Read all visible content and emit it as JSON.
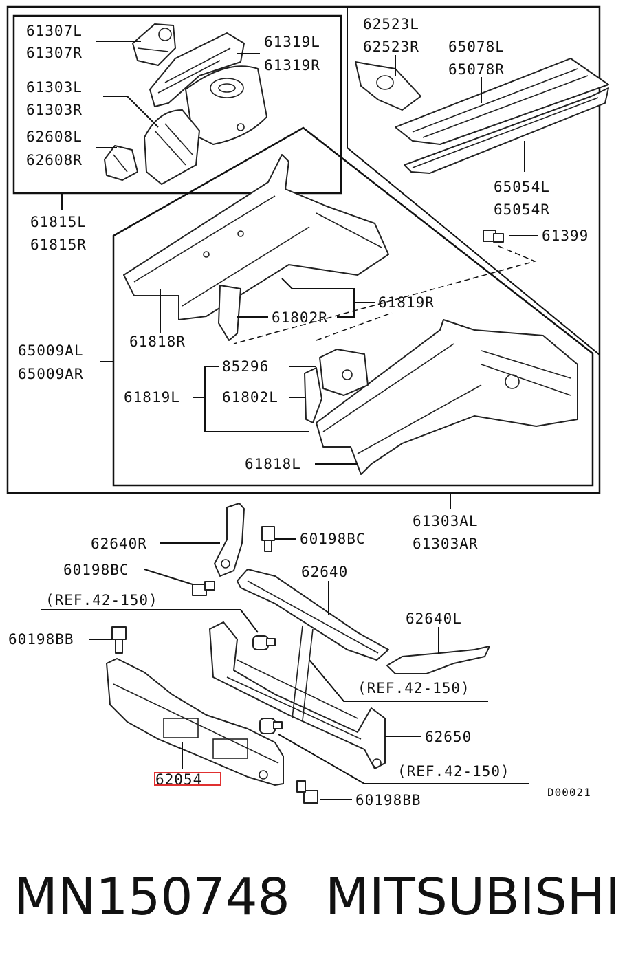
{
  "callouts": {
    "p61307L": "61307L",
    "p61307R": "61307R",
    "p61319L": "61319L",
    "p61319R": "61319R",
    "p61303L": "61303L",
    "p61303R": "61303R",
    "p62608L": "62608L",
    "p62608R": "62608R",
    "p61815L": "61815L",
    "p61815R": "61815R",
    "p62523L": "62523L",
    "p62523R": "62523R",
    "p65078L": "65078L",
    "p65078R": "65078R",
    "p65054L": "65054L",
    "p65054R": "65054R",
    "p61399": "61399",
    "p61819R": "61819R",
    "p61802R": "61802R",
    "p61818R": "61818R",
    "p65009AL": "65009AL",
    "p65009AR": "65009AR",
    "p85296": "85296",
    "p61819L": "61819L",
    "p61802L": "61802L",
    "p61818L": "61818L",
    "p61303AL": "61303AL",
    "p61303AR": "61303AR",
    "p62640R": "62640R",
    "p60198BC_a": "60198BC",
    "p60198BC_b": "60198BC",
    "p62640": "62640",
    "ref1": "(REF.42-150)",
    "p60198BB_a": "60198BB",
    "p62640L": "62640L",
    "ref2": "(REF.42-150)",
    "p62650": "62650",
    "p62054": "62054",
    "ref3": "(REF.42-150)",
    "p60198BB_b": "60198BB",
    "diagram_code": "D00021"
  },
  "highlight_color": "#e03030",
  "footer": {
    "part_number": "MN150748",
    "brand": "MITSUBISHI"
  }
}
